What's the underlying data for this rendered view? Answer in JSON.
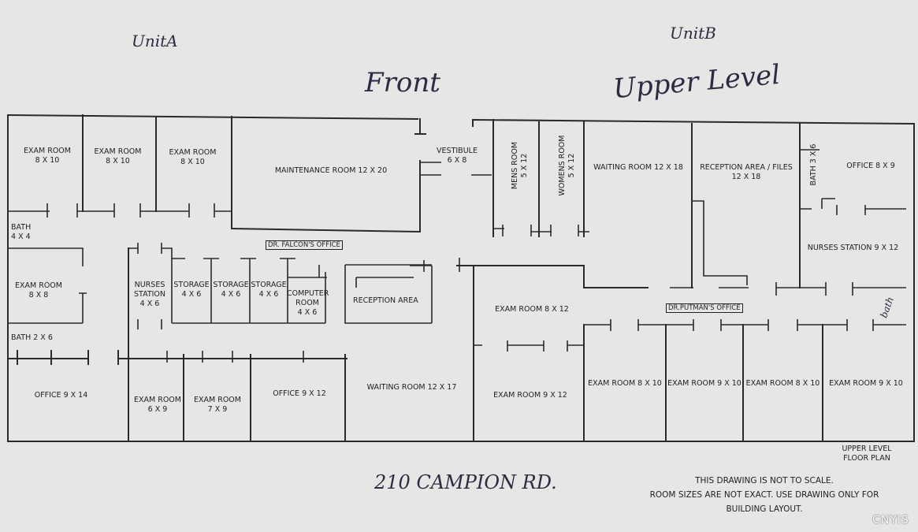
{
  "handwriting": {
    "unit_a": "UnitA",
    "unit_b": "UnitB",
    "front": "Front",
    "upper_level": "Upper Level",
    "address": "210 CAMPION RD.",
    "bath_note": "bath"
  },
  "rooms": {
    "exam_1": "EXAM ROOM\n8 X 10",
    "exam_2": "EXAM ROOM\n8 X 10",
    "exam_3": "EXAM ROOM\n8 X 10",
    "maintenance": "MAINTENANCE ROOM 12 X 20",
    "vestibule": "VESTIBULE\n6 X 8",
    "mens": "MENS ROOM\n5 X 12",
    "womens": "WOMENS ROOM\n5 X 12",
    "waiting_top": "WAITING ROOM 12 X 18",
    "reception_files": "RECEPTION AREA / FILES\n12 X 18",
    "bath_3x6": "BATH 3 X 6",
    "office_8x9": "OFFICE 8 X 9",
    "bath_4x4": "BATH\n4 X 4",
    "nurses_station_right": "NURSES STATION 9 X 12",
    "exam_8x8": "EXAM ROOM\n8 X 8",
    "nurses_station_left": "NURSES\nSTATION\n4 X 6",
    "storage_1": "STORAGE\n4 X 6",
    "storage_2": "STORAGE\n4 X 6",
    "storage_3": "STORAGE\n4 X 6",
    "computer_room": "COMPUTER\nROOM\n4 X 6",
    "reception_area": "RECEPTION AREA",
    "bath_2x6": "BATH 2 X 6",
    "exam_8x12_top": "EXAM ROOM 8 X 12",
    "office_9x14": "OFFICE 9 X 14",
    "exam_6x9": "EXAM ROOM\n6 X 9",
    "exam_7x9": "EXAM ROOM\n7 X 9",
    "office_9x12": "OFFICE 9 X 12",
    "waiting_bottom": "WAITING ROOM 12 X 17",
    "exam_9x12": "EXAM ROOM 9 X 12",
    "exam_br_1": "EXAM ROOM 8 X 10",
    "exam_br_2": "EXAM ROOM 9 X 10",
    "exam_br_3": "EXAM ROOM 8 X 10",
    "exam_br_4": "EXAM ROOM 9 X 10"
  },
  "offices": {
    "falcon": "DR. FALCON'S OFFICE",
    "putman": "DR.PUTMAN'S OFFICE"
  },
  "plan_title": "UPPER LEVEL\nFLOOR PLAN",
  "disclaimer": "THIS DRAWING IS NOT TO SCALE.\nROOM SIZES ARE NOT EXACT. USE DRAWING ONLY FOR\nBUILDING LAYOUT.",
  "watermark": "CNYIS"
}
